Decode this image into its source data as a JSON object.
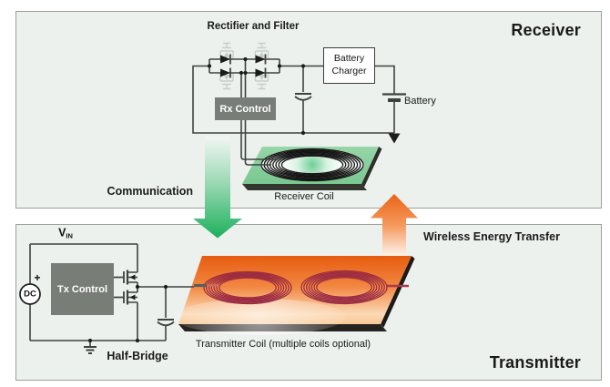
{
  "colors": {
    "panel_bg": "#edf1ee",
    "panel_border": "#9aa09a",
    "box_gray": "#787d78",
    "wire": "#3f433f",
    "text": "#1a1a1a",
    "green_plate": "#86cf9b",
    "green_arrow_deep": "#1db15c",
    "orange_plate_deep": "#e65c10",
    "orange_arrow_deep": "#ea6418",
    "coil_maroon": "#9b2b42"
  },
  "receiver": {
    "title": "Receiver",
    "rectifier_label": "Rectifier and Filter",
    "rx_control_label": "Rx Control",
    "battery_charger_label": "Battery Charger",
    "battery_label": "Battery",
    "coil_label": "Receiver Coil"
  },
  "links": {
    "communication_label": "Communication",
    "energy_label": "Wireless Energy Transfer"
  },
  "transmitter": {
    "title": "Transmitter",
    "vin_main": "V",
    "vin_sub": "IN",
    "dc_label": "DC",
    "plus_sign": "+",
    "tx_control_label": "Tx Control",
    "half_bridge_label": "Half-Bridge",
    "coil_label": "Transmitter Coil (multiple coils optional)"
  }
}
